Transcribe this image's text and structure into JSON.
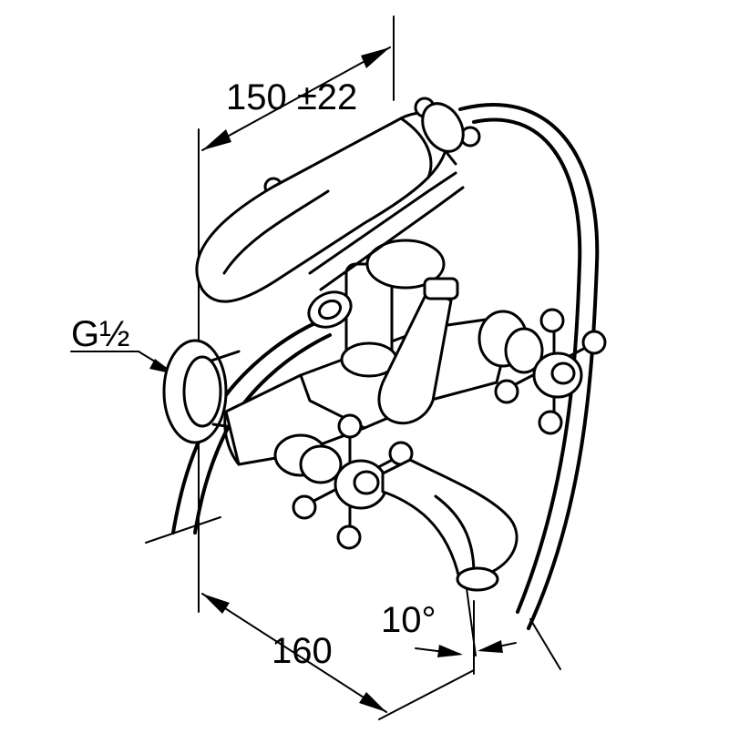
{
  "dimensions": {
    "projection": "150 ±22",
    "pipe_thread": "G½",
    "spout_length": "160",
    "spout_angle": "10°"
  }
}
